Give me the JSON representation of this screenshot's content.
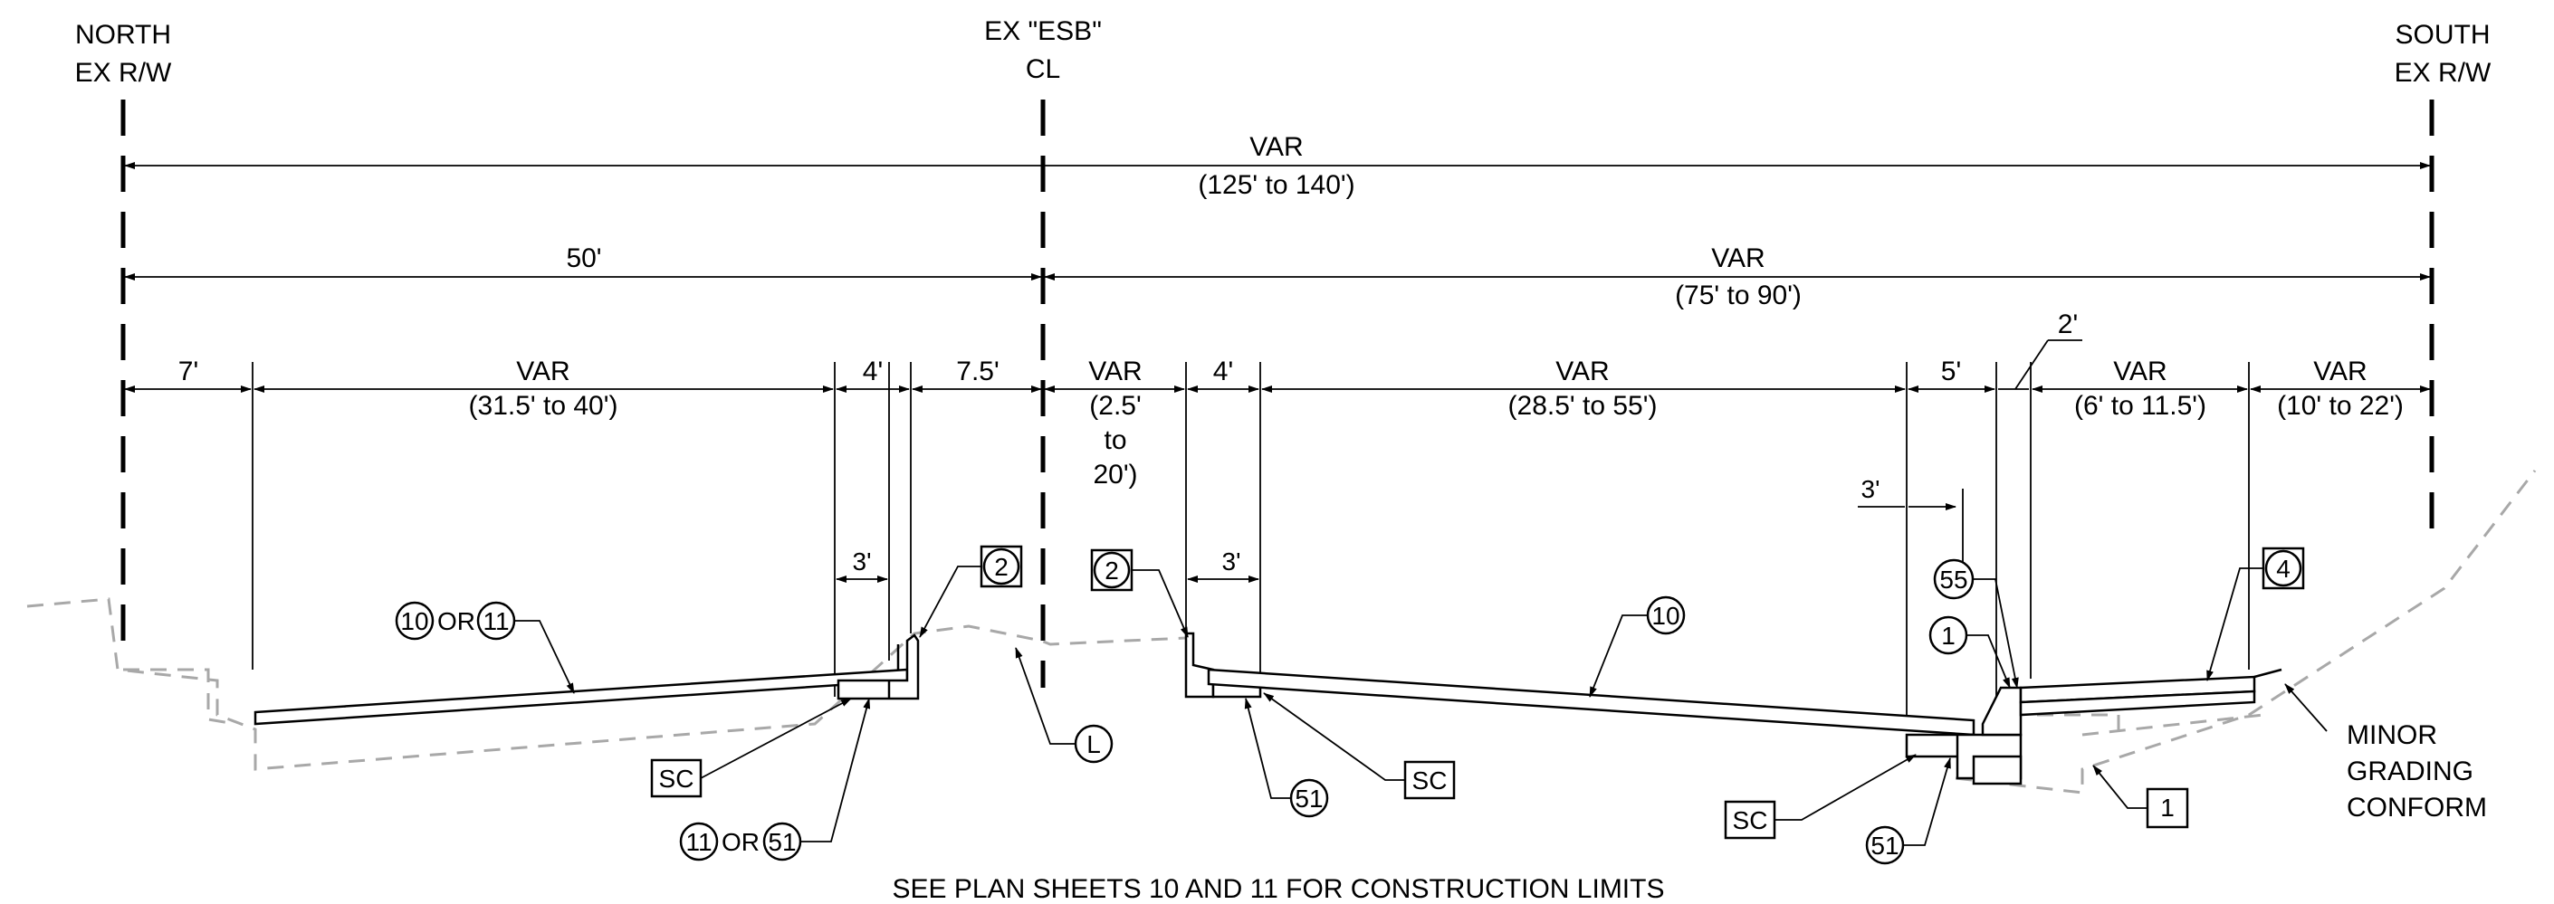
{
  "top_labels": {
    "north": [
      "NORTH",
      "EX R/W"
    ],
    "center": [
      "EX \"ESB\"",
      "CL"
    ],
    "south": [
      "SOUTH",
      "EX R/W"
    ]
  },
  "dimensions": {
    "overall": [
      "VAR",
      "(125' to 140')"
    ],
    "north_half": "50'",
    "south_half": [
      "VAR",
      "(75' to 90')"
    ],
    "segments": {
      "n_7": "7'",
      "n_var": [
        "VAR",
        "(31.5' to 40')"
      ],
      "n_4": "4'",
      "n_7_5": "7.5'",
      "s_var_a": [
        "VAR",
        "(2.5'",
        "to",
        "20')"
      ],
      "s_4": "4'",
      "s_var_b": [
        "VAR",
        "(28.5' to 55')"
      ],
      "s_5": "5'",
      "s_2": "2'",
      "s_var_c": [
        "VAR",
        "(6' to 11.5')"
      ],
      "s_var_d": [
        "VAR",
        "(10' to 22')"
      ]
    },
    "three_ft": "3'"
  },
  "callouts": {
    "or": "OR",
    "c10": "10",
    "c11": "11",
    "c51": "51",
    "c55": "55",
    "c1": "1",
    "cL": "L",
    "sc": "SC",
    "b2": "2",
    "b4": "4",
    "b1": "1"
  },
  "notes": {
    "minor_grading": [
      "MINOR",
      "GRADING",
      "CONFORM"
    ],
    "footer": "SEE PLAN SHEETS 10 AND 11 FOR CONSTRUCTION LIMITS"
  }
}
